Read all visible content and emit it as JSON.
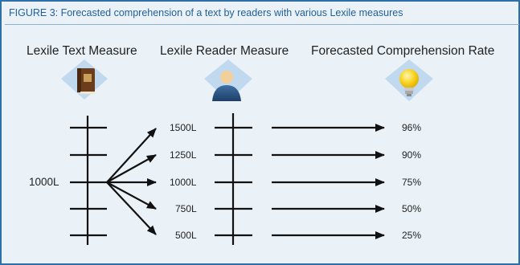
{
  "figure": {
    "caption": "FIGURE 3: Forecasted comprehension of a text by readers with various Lexile measures"
  },
  "columns": [
    {
      "header": "Lexile Text Measure",
      "icon": "book-icon"
    },
    {
      "header": "Lexile Reader Measure",
      "icon": "reader-person-icon"
    },
    {
      "header": "Forecasted Comprehension Rate",
      "icon": "lightbulb-icon"
    }
  ],
  "text_measure": "1000L",
  "reader_measures": [
    "1500L",
    "1250L",
    "1000L",
    "750L",
    "500L"
  ],
  "comprehension_rates": [
    "96%",
    "90%",
    "75%",
    "50%",
    "25%"
  ],
  "colors": {
    "border": "#2e6faa",
    "caption": "#1f5f9d",
    "background": "#eaf2f8",
    "line": "#111111"
  }
}
